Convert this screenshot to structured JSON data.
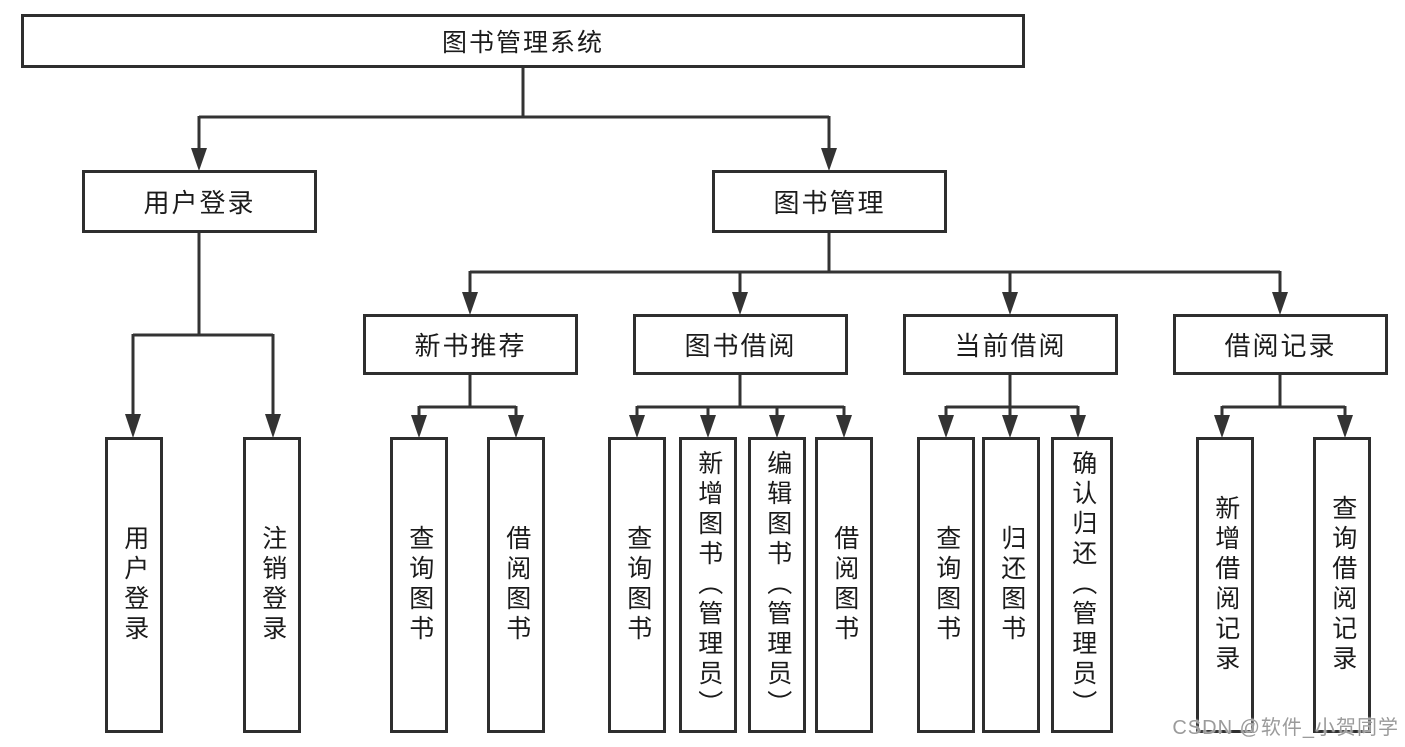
{
  "colors": {
    "background": "#ffffff",
    "box_border": "#2e2e2e",
    "connector_line": "#333333",
    "text": "#1b1b1b",
    "watermark_text": "#9b9b9b"
  },
  "tree": {
    "label": "图书管理系统",
    "children": [
      {
        "label": "用户登录",
        "children": [
          {
            "label": "用户登录"
          },
          {
            "label": "注销登录"
          }
        ]
      },
      {
        "label": "图书管理",
        "children": [
          {
            "label": "新书推荐",
            "children": [
              {
                "label": "查询图书"
              },
              {
                "label": "借阅图书"
              }
            ]
          },
          {
            "label": "图书借阅",
            "children": [
              {
                "label": "查询图书"
              },
              {
                "label": "新增图书（管理员）"
              },
              {
                "label": "编辑图书（管理员）"
              },
              {
                "label": "借阅图书"
              }
            ]
          },
          {
            "label": "当前借阅",
            "children": [
              {
                "label": "查询图书"
              },
              {
                "label": "归还图书"
              },
              {
                "label": "确认归还（管理员）"
              }
            ]
          },
          {
            "label": "借阅记录",
            "children": [
              {
                "label": "新增借阅记录"
              },
              {
                "label": "查询借阅记录"
              }
            ]
          }
        ]
      }
    ]
  },
  "watermark": {
    "text": "CSDN @软件_小贺同学"
  }
}
